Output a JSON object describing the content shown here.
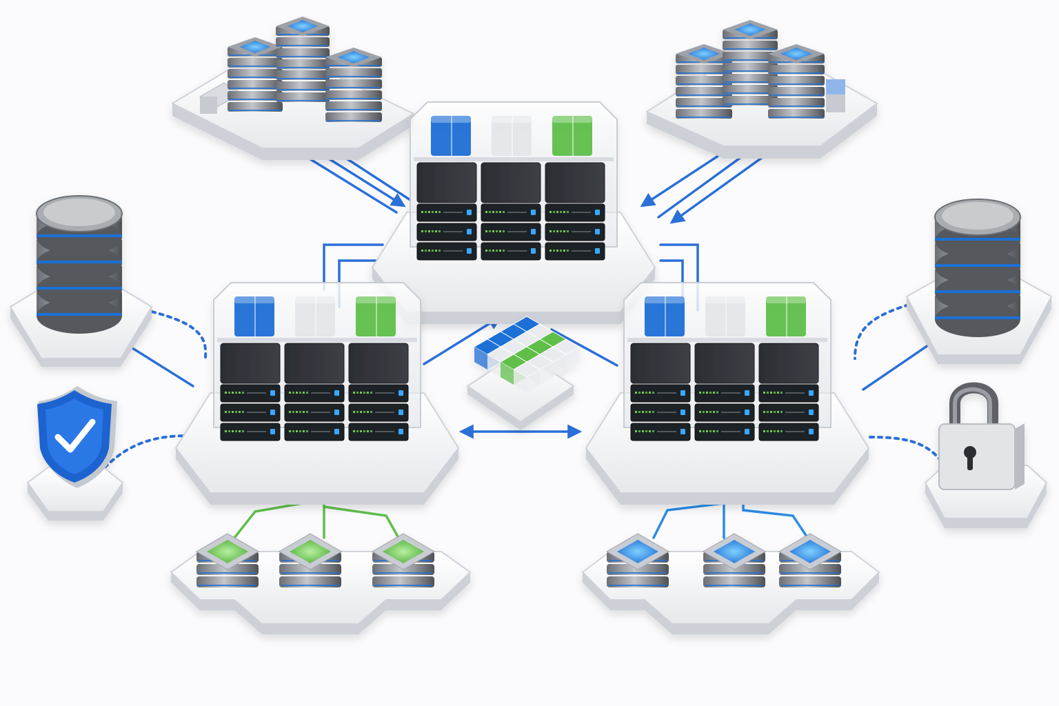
{
  "colors": {
    "background": "#fbfbfd",
    "platform": "#eceef2",
    "platform_side": "#c9ccd3",
    "server_dark": "#2f3237",
    "server_face": "#1f2226",
    "blue_accent": "#1f6fd6",
    "blue_light": "#3aa7ff",
    "green_accent": "#5fbf4a",
    "white_block": "#e4e6ea",
    "connector": "#2b6fd8",
    "connector_green": "#5fbf4a"
  },
  "nodes": {
    "cluster_top": {
      "icon": "server-rack-cluster-icon",
      "cache_blocks": [
        "blue",
        "white",
        "green"
      ]
    },
    "cluster_left": {
      "icon": "server-rack-cluster-icon",
      "cache_blocks": [
        "blue",
        "white",
        "green"
      ]
    },
    "cluster_right": {
      "icon": "server-rack-cluster-icon",
      "cache_blocks": [
        "blue",
        "white",
        "green"
      ]
    },
    "datacenter_top_left": {
      "icon": "server-stacks-icon"
    },
    "datacenter_top_right": {
      "icon": "server-stacks-icon"
    },
    "database_left": {
      "icon": "database-icon"
    },
    "database_right": {
      "icon": "database-icon"
    },
    "shield": {
      "icon": "shield-check-icon"
    },
    "lock": {
      "icon": "padlock-icon"
    },
    "data_cube": {
      "icon": "data-cube-icon"
    },
    "storage_green": {
      "icon": "storage-node-green-icon",
      "count": 3
    },
    "storage_blue": {
      "icon": "storage-node-blue-icon",
      "count": 3
    }
  }
}
